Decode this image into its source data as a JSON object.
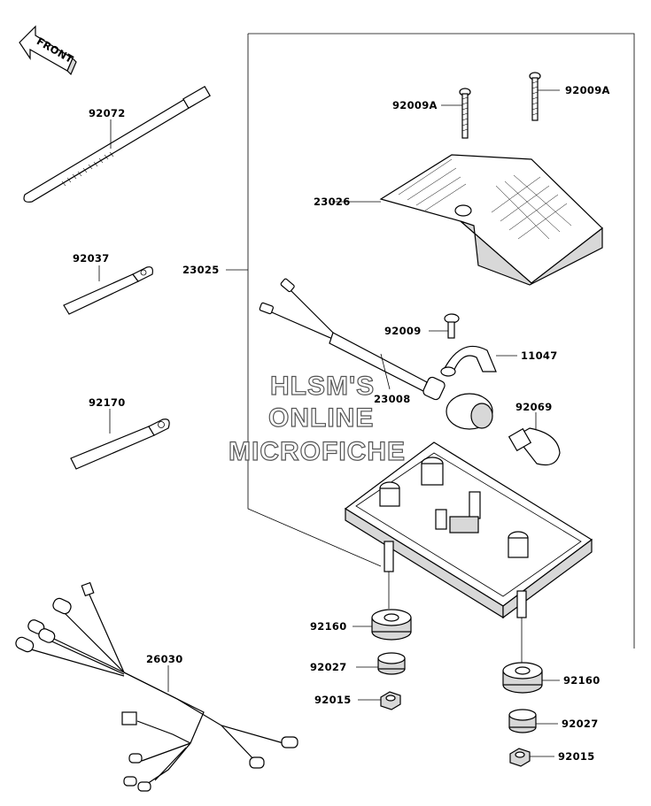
{
  "front_label": "FRONT",
  "watermark": {
    "line1": "HLSM'S",
    "line2": "ONLINE",
    "line3": "MICROFICHE"
  },
  "parts": {
    "p92072": "92072",
    "p92037": "92037",
    "p92170": "92170",
    "p26030": "26030",
    "p23025": "23025",
    "p92009A_left": "92009A",
    "p92009A_right": "92009A",
    "p23026": "23026",
    "p92009": "92009",
    "p11047": "11047",
    "p23008": "23008",
    "p92069": "92069",
    "p92160_left": "92160",
    "p92027_left": "92027",
    "p92015_left": "92015",
    "p92160_right": "92160",
    "p92027_right": "92027",
    "p92015_right": "92015"
  }
}
